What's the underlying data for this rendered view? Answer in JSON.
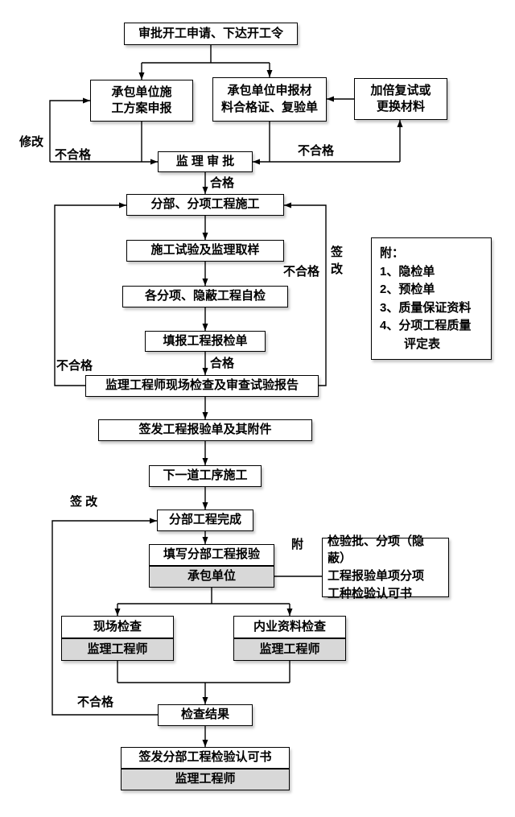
{
  "nodes": {
    "start": "审批开工申请、下达开工令",
    "contractor_plan": "承包单位施\n工方案申报",
    "contractor_materials": "承包单位申报材\n料合格证、复验单",
    "retest": "加倍复试或\n更换材料",
    "supervisor_approval": "监 理 审 批",
    "subproject_construction": "分部、分项工程施工",
    "construction_test": "施工试验及监理取样",
    "self_inspection": "各分项、隐蔽工程自检",
    "fill_inspection_form": "填报工程报检单",
    "site_check_report": "监理工程师现场检查及审查试验报告",
    "issue_inspection_form": "签发工程报验单及其附件",
    "next_process": "下一道工序施工",
    "subproject_complete": "分部工程完成",
    "fill_subproject_report": "填写分部工程报验",
    "contractor_unit": "承包单位",
    "attachment_note": "检验批、分项（隐蔽）\n工程报验单项分项\n工种检验认可书",
    "site_inspection": "现场检查",
    "document_inspection": "内业资料检查",
    "supervisor_engineer_1": "监理工程师",
    "supervisor_engineer_2": "监理工程师",
    "supervisor_engineer_3": "监理工程师",
    "check_result": "检查结果",
    "issue_certificate": "签发分部工程检验认可书",
    "notes": "附：\n1、隐检单\n2、预检单\n3、质量保证资料\n4、分项工程质量\n　　评定表"
  },
  "labels": {
    "modify": "修改",
    "fail_left_top": "不合格",
    "fail_right_top": "不合格",
    "pass_top": "合格",
    "sign_change_right": "签\n改",
    "fail_right_mid": "不合格",
    "pass_mid": "合格",
    "fail_left_mid": "不合格",
    "sign_change_left": "签 改",
    "attach": "附",
    "fail_left_bottom": "不合格"
  },
  "colors": {
    "box_fill": "#ffffff",
    "gray_fill": "#d8d8d8",
    "border": "#000000",
    "line": "#000000"
  }
}
